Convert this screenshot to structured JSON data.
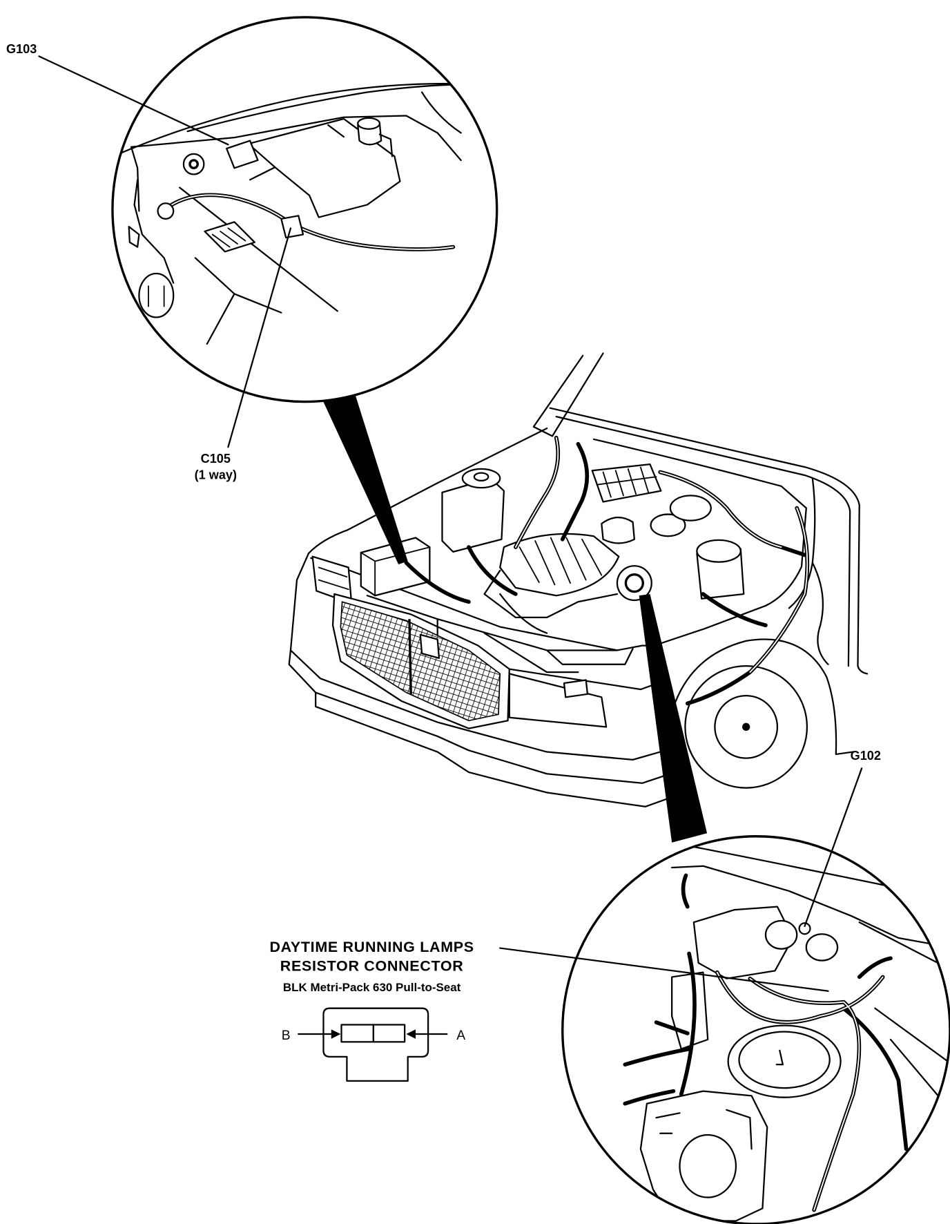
{
  "callouts": {
    "g103": "G103",
    "c105": "C105",
    "c105_note": "(1 way)",
    "g102": "G102"
  },
  "connector": {
    "title_line1": "DAYTIME RUNNING LAMPS",
    "title_line2": "RESISTOR CONNECTOR",
    "description": "BLK Metri-Pack 630 Pull-to-Seat",
    "terminal_b": "B",
    "terminal_a": "A"
  },
  "colors": {
    "ink": "#000000",
    "paper": "#ffffff"
  }
}
